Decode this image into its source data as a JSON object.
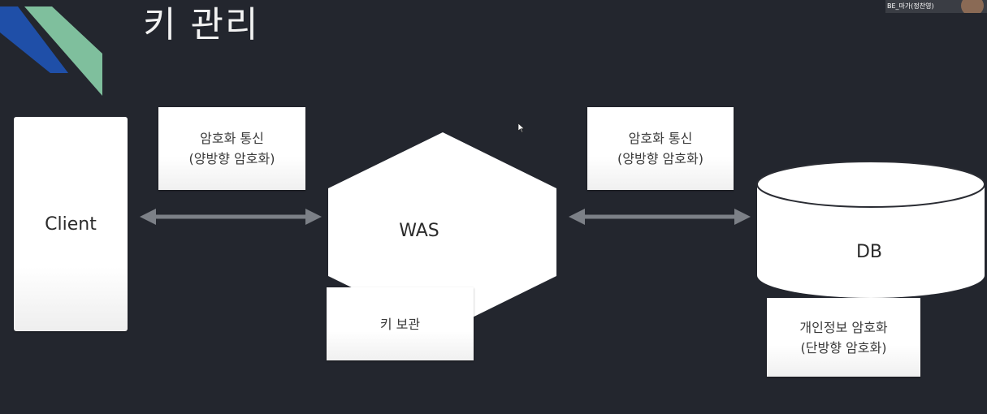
{
  "slide": {
    "title": "키 관리"
  },
  "webcam": {
    "name": "BE_마가(정찬영)"
  },
  "nodes": {
    "client": "Client",
    "was": "WAS",
    "db": "DB"
  },
  "labels": {
    "client_was": "암호화 통신\n(양방향 암호화)",
    "was_db": "암호화 통신\n(양방향 암호화)",
    "key_storage": "키 보관",
    "db_encryption": "개인정보 암호화\n(단방향 암호화)"
  },
  "colors": {
    "background": "#23262e",
    "deco_blue": "#1f4fa8",
    "deco_teal": "#7fbf9d",
    "arrow": "#7c8087",
    "shape_fill": "#ffffff"
  }
}
